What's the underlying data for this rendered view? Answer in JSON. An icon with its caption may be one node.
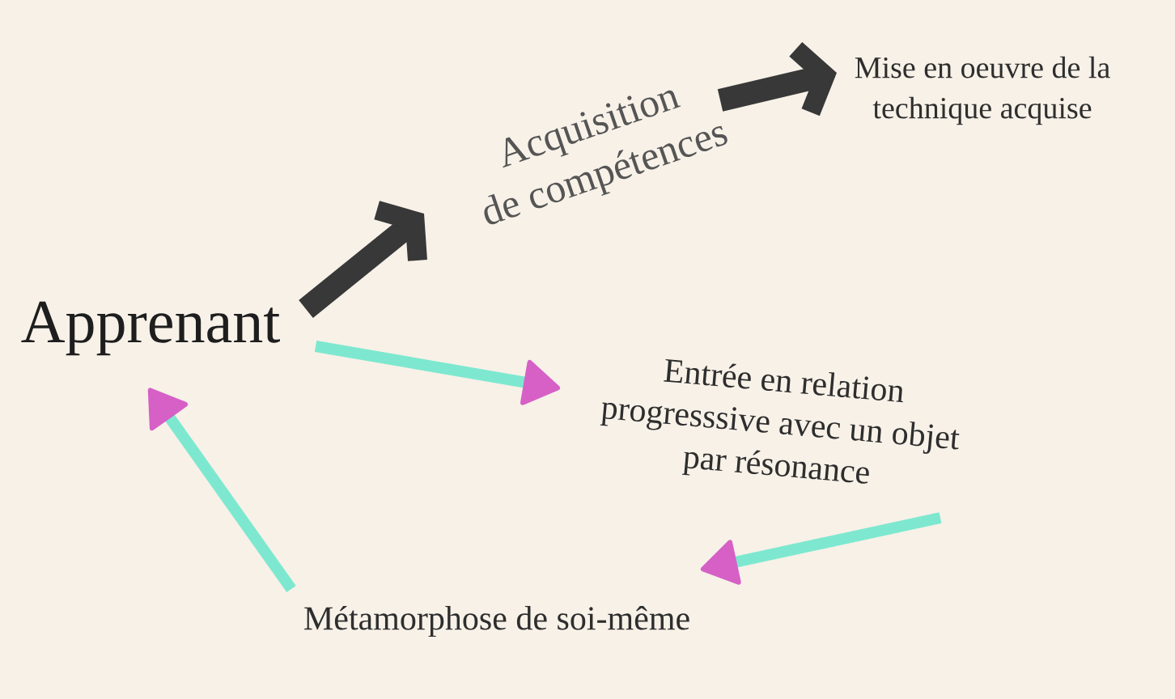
{
  "diagram": {
    "nodes": [
      {
        "text": [
          "Apprenant"
        ]
      },
      {
        "text": [
          "Acquisition de compétences"
        ]
      },
      {
        "text": [
          "Mise en oeuvre de la technique acquise"
        ]
      },
      {
        "text": [
          "Entrée en relation progresssive avec un objet par résonance"
        ]
      },
      {
        "text": [
          "Métamorphose de soi-même"
        ]
      }
    ],
    "edges": [
      {
        "from": 0,
        "to": 1,
        "arrow": "to",
        "style": "thick",
        "color": "#383838"
      },
      {
        "from": 1,
        "to": 2,
        "arrow": "to",
        "style": "thick",
        "color": "#383838"
      },
      {
        "from": 0,
        "to": 3,
        "arrow": "to"
      },
      {
        "from": 3,
        "to": 4,
        "arrow": "to"
      },
      {
        "from": 4,
        "to": 0,
        "arrow": "to"
      }
    ]
  }
}
